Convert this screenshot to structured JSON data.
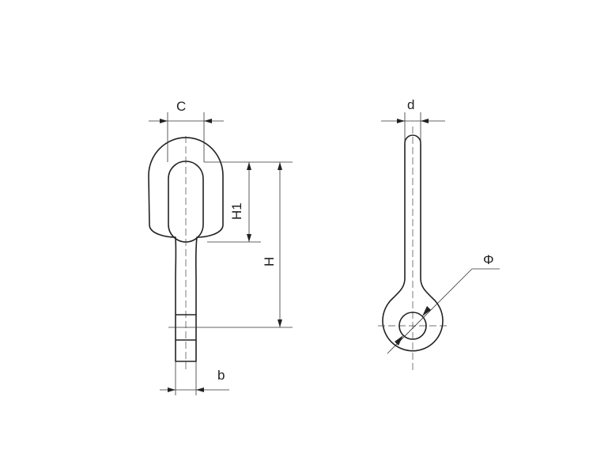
{
  "front_view": {
    "dims": {
      "c": "C",
      "h1": "H1",
      "h": "H",
      "b": "b"
    }
  },
  "side_view": {
    "dims": {
      "d": "d",
      "phi": "Φ"
    }
  }
}
